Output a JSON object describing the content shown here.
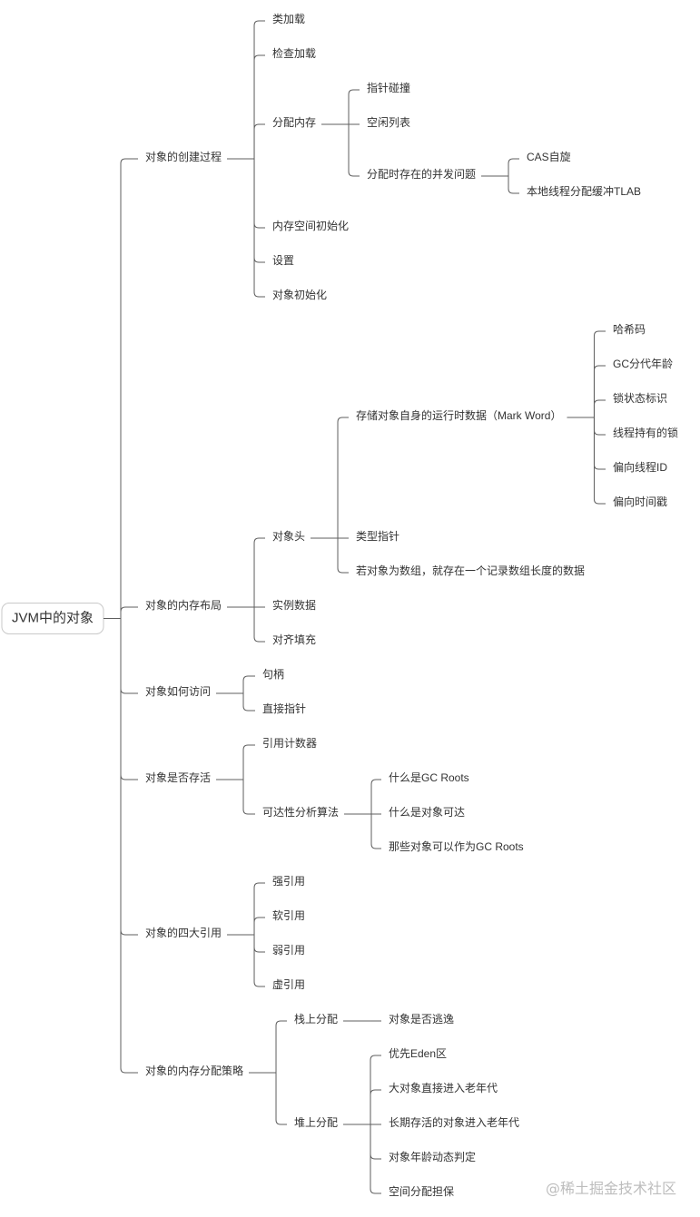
{
  "root": {
    "label": "JVM中的对象"
  },
  "branches": [
    {
      "label": "对象的创建过程",
      "children": [
        {
          "label": "类加载"
        },
        {
          "label": "检查加载"
        },
        {
          "label": "分配内存",
          "children": [
            {
              "label": "指针碰撞"
            },
            {
              "label": "空闲列表"
            },
            {
              "label": "分配时存在的并发问题",
              "children": [
                {
                  "label": "CAS自旋"
                },
                {
                  "label": "本地线程分配缓冲TLAB"
                }
              ]
            }
          ]
        },
        {
          "label": "内存空间初始化"
        },
        {
          "label": "设置"
        },
        {
          "label": "对象初始化"
        }
      ]
    },
    {
      "label": "对象的内存布局",
      "children": [
        {
          "label": "对象头",
          "children": [
            {
              "label": "存储对象自身的运行时数据（Mark Word）",
              "children": [
                {
                  "label": "哈希码"
                },
                {
                  "label": "GC分代年龄"
                },
                {
                  "label": "锁状态标识"
                },
                {
                  "label": "线程持有的锁"
                },
                {
                  "label": "偏向线程ID"
                },
                {
                  "label": "偏向时间戳"
                }
              ]
            },
            {
              "label": "类型指针"
            },
            {
              "label": "若对象为数组，就存在一个记录数组长度的数据"
            }
          ]
        },
        {
          "label": "实例数据"
        },
        {
          "label": "对齐填充"
        }
      ]
    },
    {
      "label": "对象如何访问",
      "children": [
        {
          "label": "句柄"
        },
        {
          "label": "直接指针"
        }
      ]
    },
    {
      "label": "对象是否存活",
      "children": [
        {
          "label": "引用计数器"
        },
        {
          "label": "可达性分析算法",
          "children": [
            {
              "label": "什么是GC Roots"
            },
            {
              "label": "什么是对象可达"
            },
            {
              "label": "那些对象可以作为GC Roots"
            }
          ]
        }
      ]
    },
    {
      "label": "对象的四大引用",
      "children": [
        {
          "label": "强引用"
        },
        {
          "label": "软引用"
        },
        {
          "label": "弱引用"
        },
        {
          "label": "虚引用"
        }
      ]
    },
    {
      "label": "对象的内存分配策略",
      "children": [
        {
          "label": "栈上分配",
          "children": [
            {
              "label": "对象是否逃逸"
            }
          ]
        },
        {
          "label": "堆上分配",
          "children": [
            {
              "label": "优先Eden区"
            },
            {
              "label": "大对象直接进入老年代"
            },
            {
              "label": "长期存活的对象进入老年代"
            },
            {
              "label": "对象年龄动态判定"
            },
            {
              "label": "空间分配担保"
            }
          ]
        }
      ]
    }
  ],
  "watermark": "@稀土掘金技术社区"
}
